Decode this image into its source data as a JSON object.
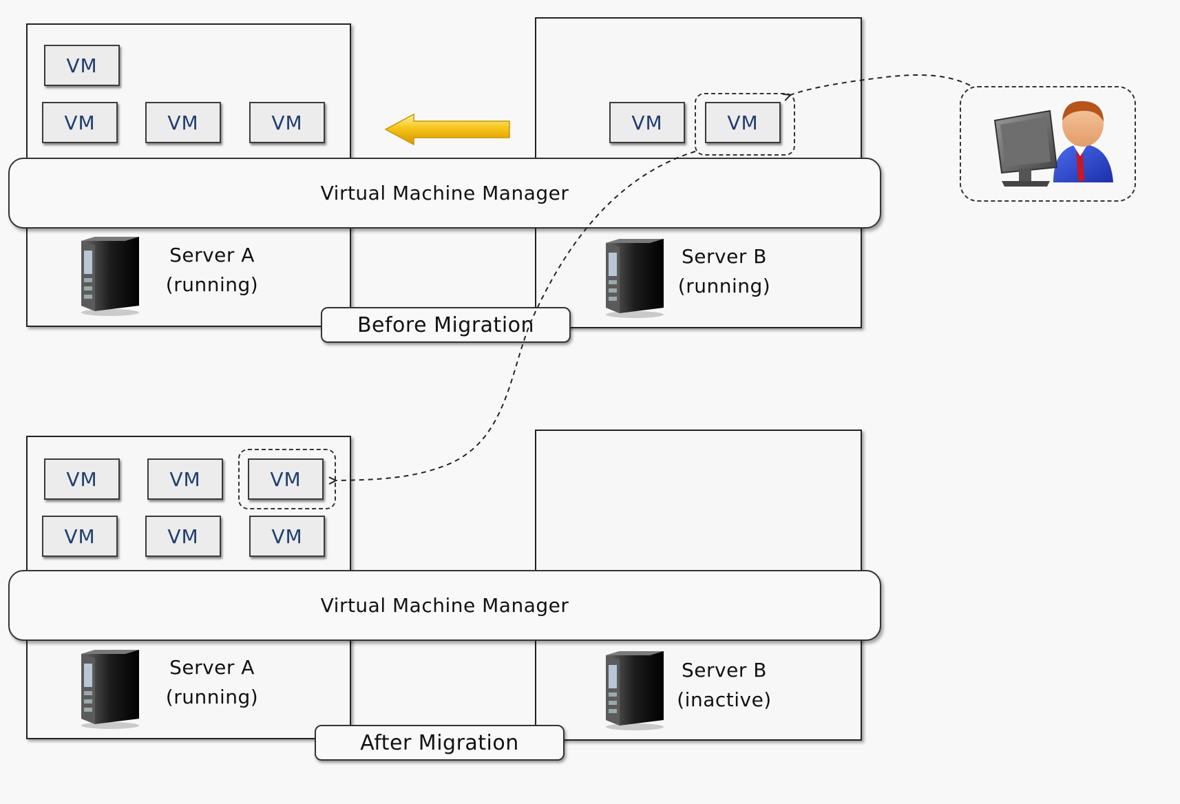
{
  "before": {
    "title": "Before Migration",
    "vmm_label": "Virtual Machine Manager",
    "server_a": {
      "name": "Server A",
      "status": "(running)",
      "vms": [
        "VM",
        "VM",
        "VM",
        "VM"
      ]
    },
    "server_b": {
      "name": "Server B",
      "status": "(running)",
      "vms": [
        "VM",
        "VM"
      ]
    }
  },
  "after": {
    "title": "After Migration",
    "vmm_label": "Virtual Machine Manager",
    "server_a": {
      "name": "Server A",
      "status": "(running)",
      "vms": [
        "VM",
        "VM",
        "VM",
        "VM",
        "VM",
        "VM"
      ]
    },
    "server_b": {
      "name": "Server B",
      "status": "(inactive)",
      "vms": []
    }
  },
  "colors": {
    "arrow": "#f3b60d",
    "vm_text": "#1f3d6e",
    "box_border": "#222222"
  },
  "icons": [
    "server-tower-icon",
    "administrator-at-computer-icon",
    "migration-arrow-icon"
  ]
}
